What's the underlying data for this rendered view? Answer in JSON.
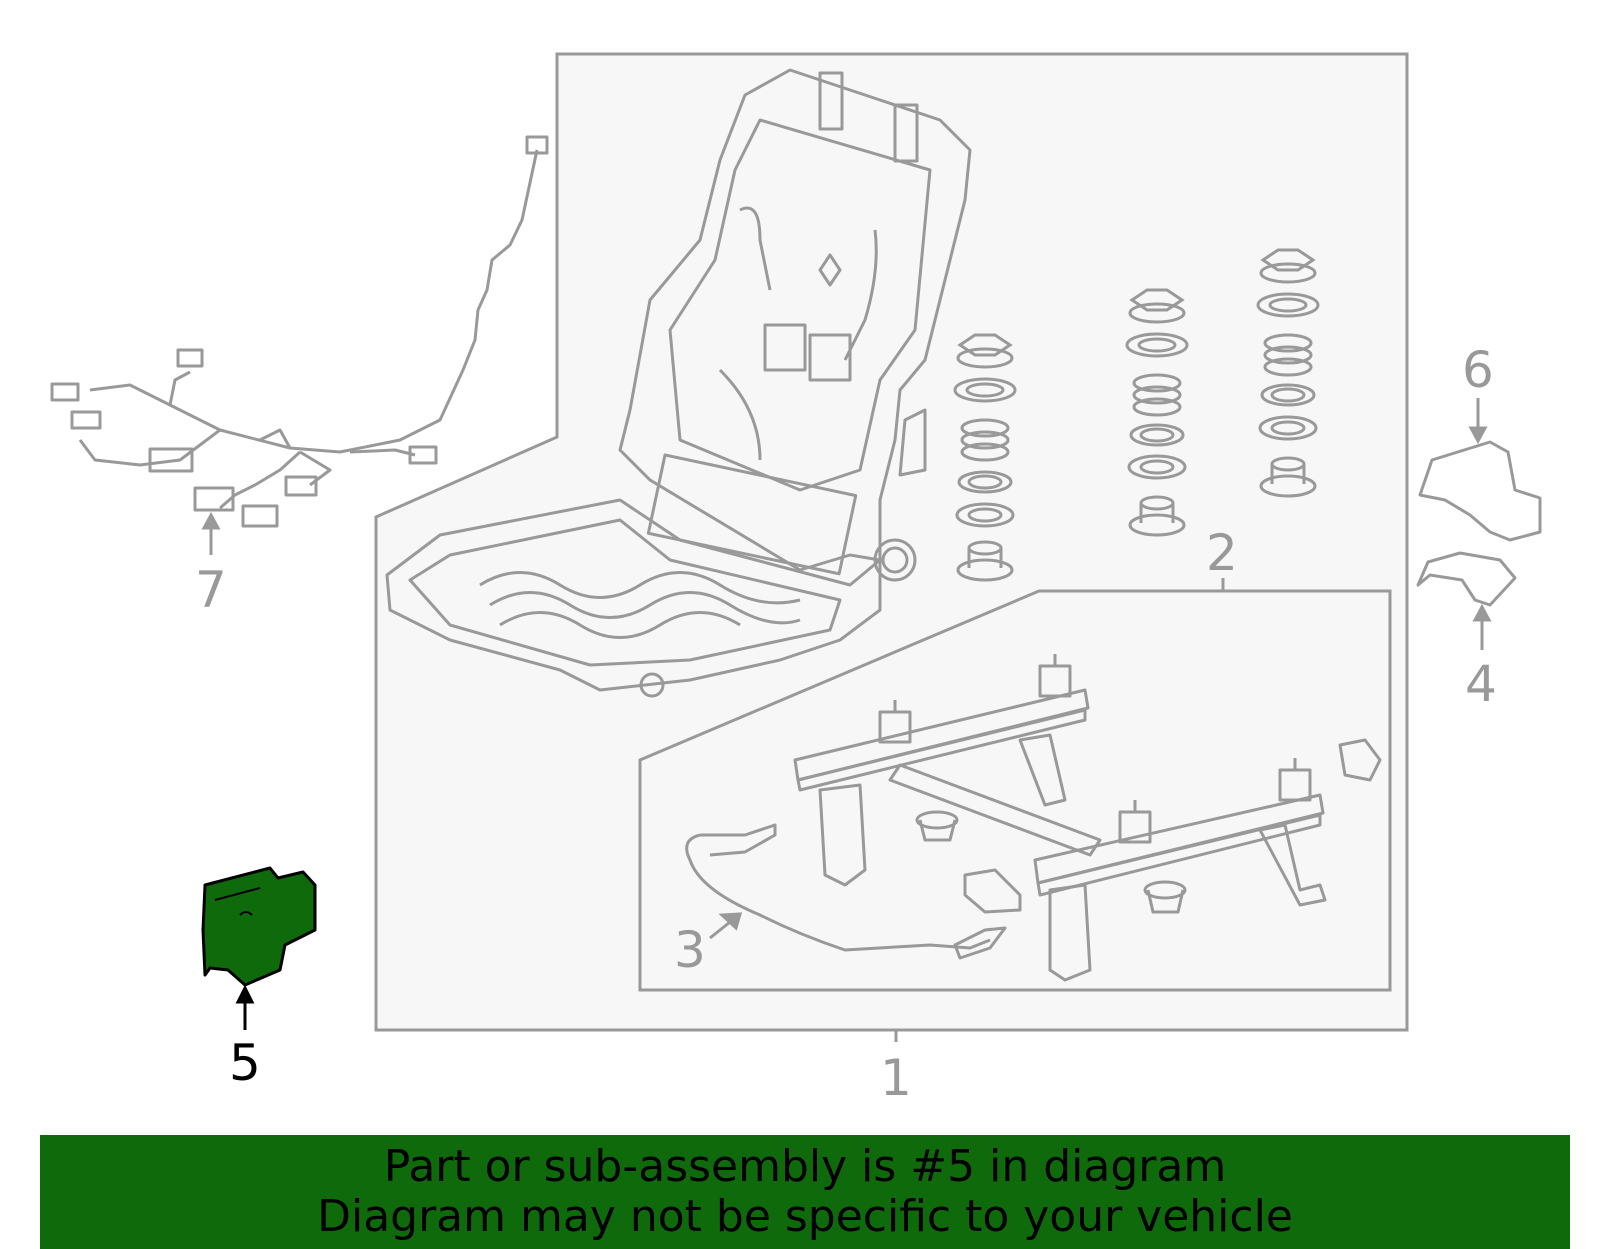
{
  "callouts": {
    "c1": "1",
    "c2": "2",
    "c3": "3",
    "c4": "4",
    "c5": "5",
    "c6": "6",
    "c7": "7"
  },
  "highlighted_part": "5",
  "colors": {
    "line": "#999999",
    "panel_fill": "#f7f7f7",
    "highlight_fill": "#0f6a0b",
    "banner_bg": "#0f6a0b",
    "text_active": "#000000"
  },
  "banner": {
    "line1": "Part or sub-assembly is #5 in diagram",
    "line2": "Diagram may not be specific to your vehicle"
  }
}
